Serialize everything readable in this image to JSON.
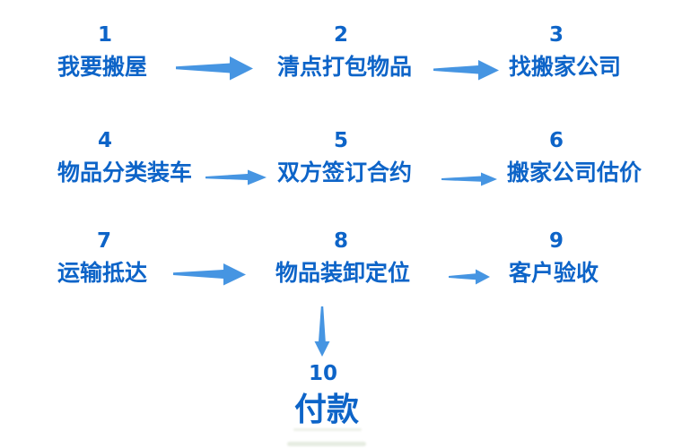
{
  "diagram": {
    "type": "flowchart",
    "topic": "moving-house-process",
    "colors": {
      "text_blue": "#0d64c8",
      "arrow_blue": "#4695e2",
      "background": "#ffffff"
    },
    "steps": [
      {
        "number": "1",
        "label": "我要搬屋"
      },
      {
        "number": "2",
        "label": "清点打包物品"
      },
      {
        "number": "3",
        "label": "找搬家公司"
      },
      {
        "number": "4",
        "label": "物品分类装车"
      },
      {
        "number": "5",
        "label": "双方签订合约"
      },
      {
        "number": "6",
        "label": "搬家公司估价"
      },
      {
        "number": "7",
        "label": "运输抵达"
      },
      {
        "number": "8",
        "label": "物品装卸定位"
      },
      {
        "number": "9",
        "label": "客户验收"
      },
      {
        "number": "10",
        "label": "付款"
      }
    ],
    "arrows": [
      {
        "from": "1",
        "to": "2",
        "direction": "right"
      },
      {
        "from": "2",
        "to": "3",
        "direction": "right"
      },
      {
        "from": "4",
        "to": "5",
        "direction": "right"
      },
      {
        "from": "5",
        "to": "6",
        "direction": "right"
      },
      {
        "from": "7",
        "to": "8",
        "direction": "right"
      },
      {
        "from": "8",
        "to": "9",
        "direction": "right"
      },
      {
        "from": "8",
        "to": "10",
        "direction": "down"
      }
    ]
  }
}
